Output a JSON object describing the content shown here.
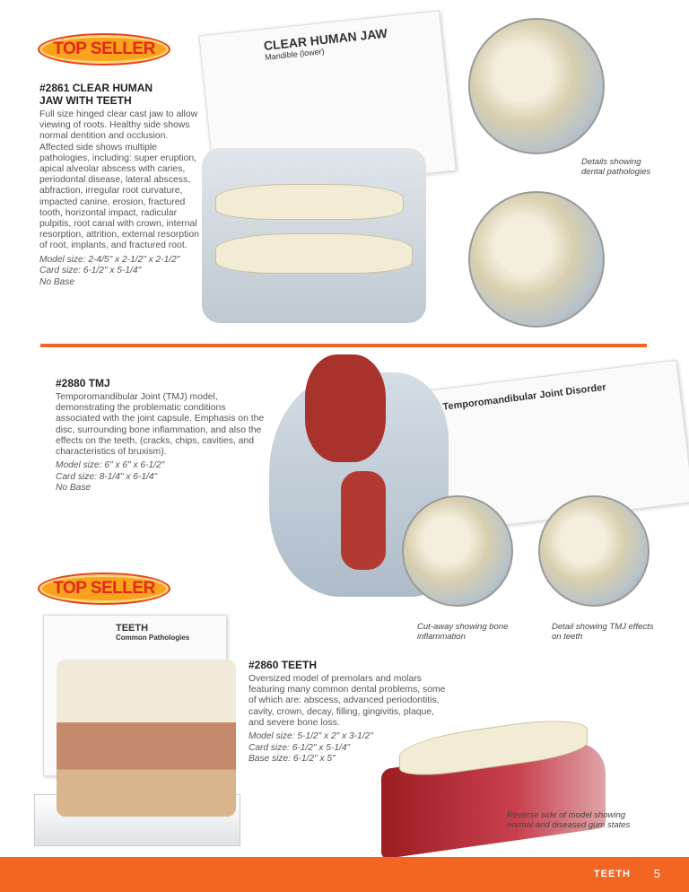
{
  "products": [
    {
      "badge": "TOP SELLER",
      "title_line1": "#2861 CLEAR HUMAN",
      "title_line2": "JAW WITH TEETH",
      "description": "Full size hinged clear cast jaw to allow viewing of roots. Healthy side shows normal dentition and occlusion. Affected side shows multiple pathologies, including: super eruption, apical alveolar abscess with caries, periodontal disease, lateral abscess, abfraction, irregular root curvature, impacted canine, erosion, fractured tooth, horizontal impact, radicular pulpitis, root canal with crown, internal resorption, attrition, external resorption of root, implants, and fractured root.",
      "specs": [
        "Model size: 2-4/5\" x 2-1/2\" x 2-1/2\"",
        "Card size: 6-1/2\" x 5-1/4\"",
        "No Base"
      ],
      "card_title": "CLEAR HUMAN JAW",
      "card_subtitle": "Mandible (lower)",
      "caption": "Details showing dental pathologies"
    },
    {
      "title": "#2880 TMJ",
      "description": "Temporomandibular Joint (TMJ) model, demonstrating the problematic conditions associated with the joint capsule. Emphasis on the disc, surrounding bone inflammation, and also the effects on the teeth, (cracks, chips, cavities, and characteristics of bruxism).",
      "specs": [
        "Model size: 6\" x 6\" x 6-1/2\"",
        "Card size: 8-1/4\" x 6-1/4\"",
        "No Base"
      ],
      "card_title": "(TMJ) - Temporomandibular Joint Disorder",
      "caption_left": "Cut-away showing bone inflammation",
      "caption_right": "Detail showing TMJ effects on teeth"
    },
    {
      "badge": "TOP SELLER",
      "title": "#2860 TEETH",
      "description": "Oversized model of premolars and molars featuring many common dental problems, some of which are: abscess, advanced periodontitis, cavity, crown, decay, filling, gingivitis, plaque, and severe bone loss.",
      "specs": [
        "Model size: 5-1/2\" x 2\" x 3-1/2\"",
        "Card size: 6-1/2\" x 5-1/4\"",
        "Base size: 6-1/2\" x 5\""
      ],
      "card_title": "TEETH",
      "card_subtitle": "Common Pathologies",
      "caption": "Reverse side of model showing normal and diseased gum states"
    }
  ],
  "footer": {
    "section": "TEETH",
    "page": "5"
  },
  "colors": {
    "accent": "#f26522",
    "badge": "#f9a21b",
    "badge_text": "#e02a1a"
  }
}
